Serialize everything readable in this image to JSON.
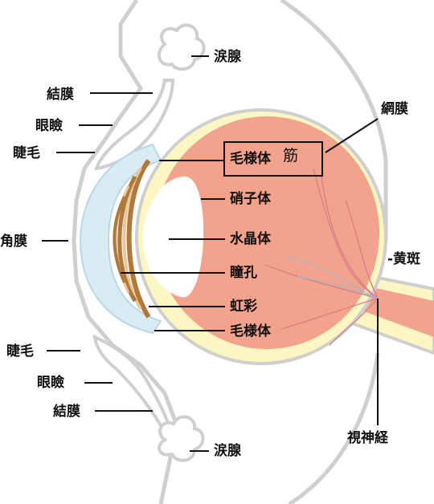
{
  "labels": {
    "lacrimal_gland_top": "涙腺",
    "conjunctiva_top": "結膜",
    "eyelid_top": "眼瞼",
    "eyelash_top": "睫毛",
    "ciliary_muscle_main": "毛様体",
    "ciliary_muscle_suffix": "筋",
    "retina": "網膜",
    "vitreous_body": "硝子体",
    "lens": "水晶体",
    "cornea": "角膜",
    "macula": "-黄斑",
    "pupil": "瞳孔",
    "iris": "虹彩",
    "ciliary_body_bottom": "毛様体",
    "eyelash_bottom": "睫毛",
    "eyelid_bottom": "眼瞼",
    "conjunctiva_bottom": "結膜",
    "optic_nerve": "視神経",
    "lacrimal_gland_bottom": "涙腺"
  },
  "colors": {
    "outline": "#c8c8c8",
    "sclera": "#fbf6c2",
    "choroid": "#f3a28c",
    "lens": "#ffffff",
    "cornea": "#d9ecf4",
    "iris_brown": "#b0783a",
    "leader": "#111111"
  }
}
